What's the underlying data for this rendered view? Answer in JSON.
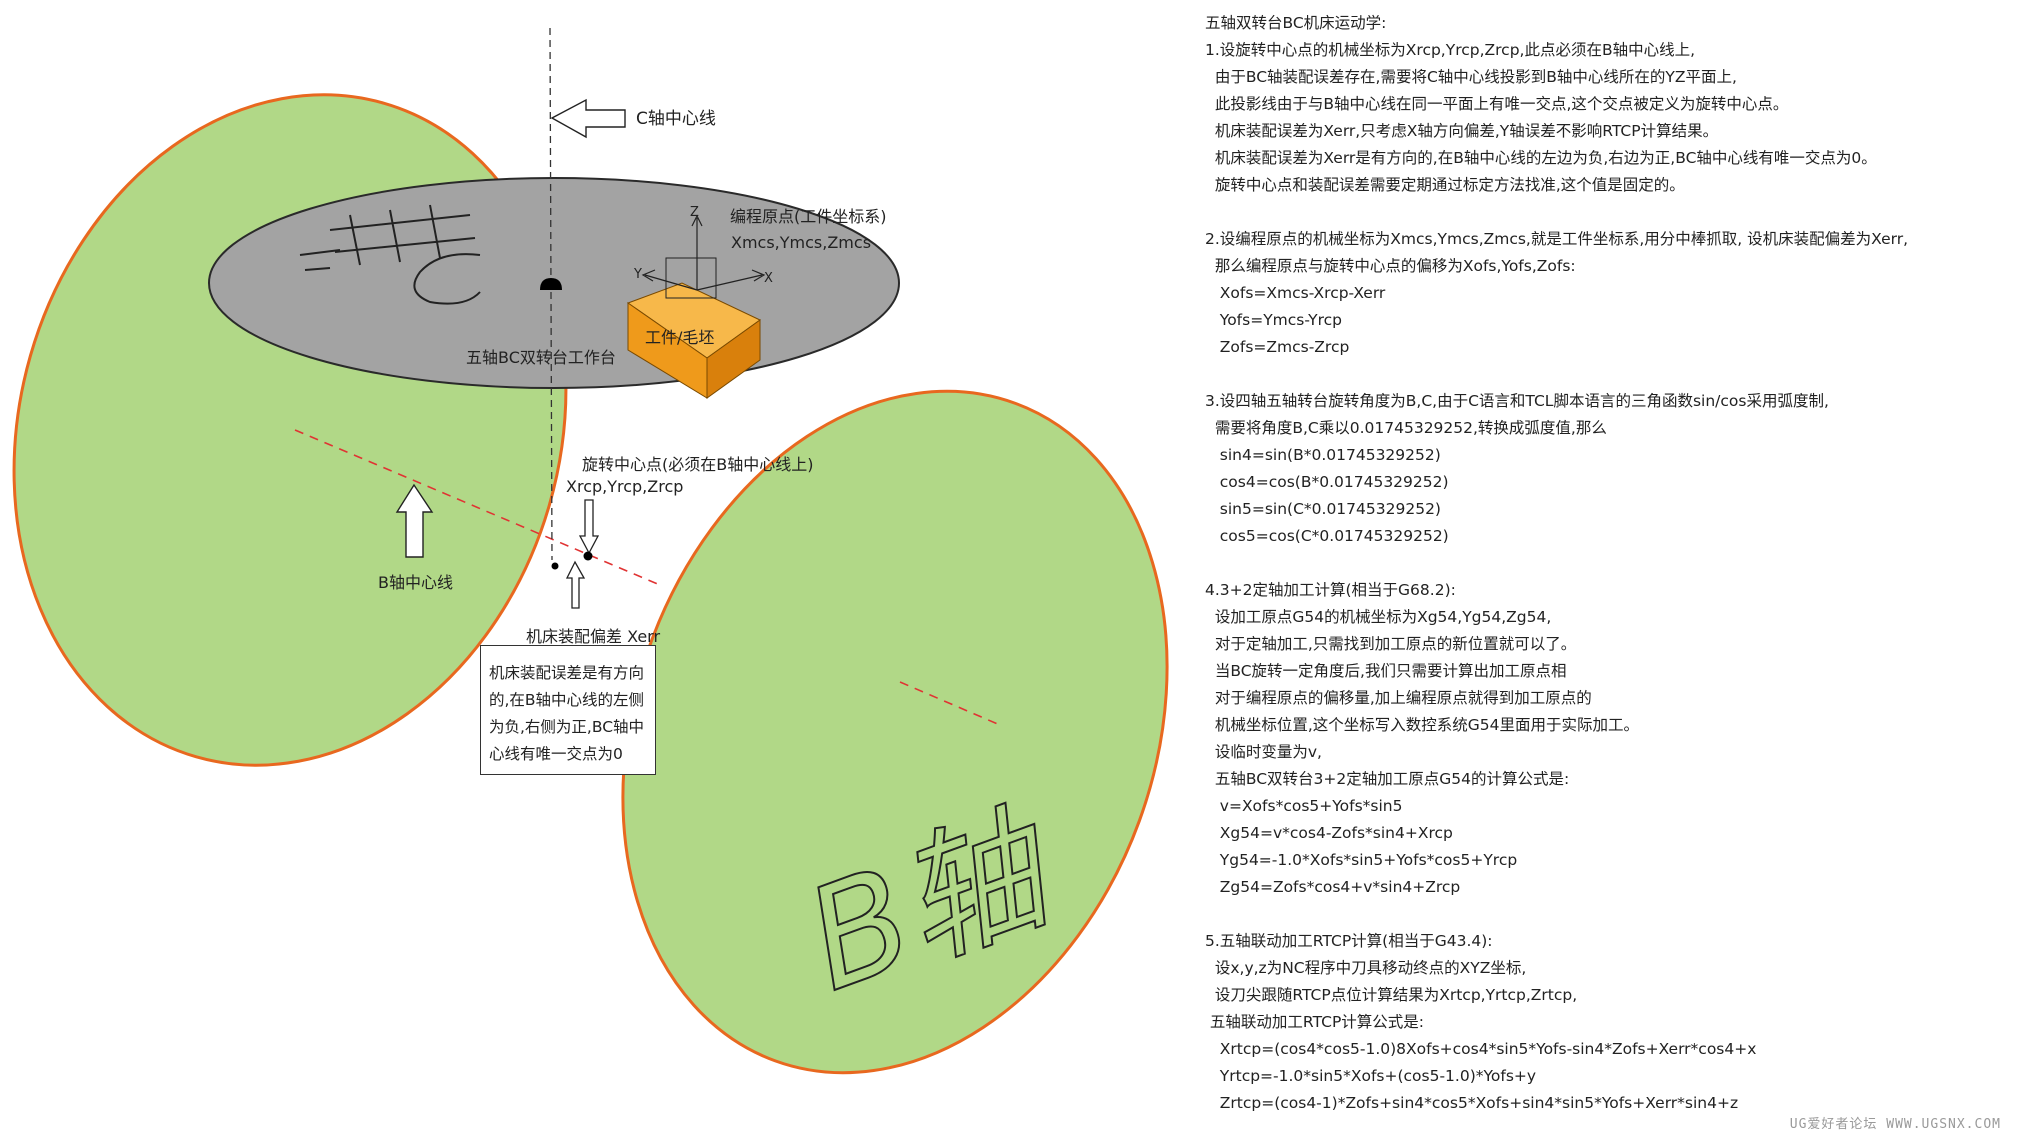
{
  "diagram": {
    "labels": {
      "c_axis": "C轴中心线",
      "origin_title": "编程原点(工件坐标系)",
      "origin_coords": "Xmcs,Ymcs,Zmcs",
      "axis_x": "X",
      "axis_y": "Y",
      "axis_z": "Z",
      "workpiece": "工件/毛坯",
      "table": "五轴BC双转台工作台",
      "rotation_center": "旋转中心点(必须在B轴中心线上)",
      "rotation_coords": "Xrcp,Yrcp,Zrcp",
      "b_axis_line": "B轴中心线",
      "assembly_error": "机床装配偏差 Xerr",
      "b_axis_big": "B轴"
    },
    "note_box": [
      "机床装配误差是有方向",
      "的,在B轴中心线的左侧",
      "为负,右侧为正,BC轴中",
      "心线有唯一交点为0"
    ]
  },
  "text_panel": [
    "五轴双转台BC机床运动学:",
    "1.设旋转中心点的机械坐标为Xrcp,Yrcp,Zrcp,此点必须在B轴中心线上,",
    "  由于BC轴装配误差存在,需要将C轴中心线投影到B轴中心线所在的YZ平面上,",
    "  此投影线由于与B轴中心线在同一平面上有唯一交点,这个交点被定义为旋转中心点。",
    "  机床装配误差为Xerr,只考虑X轴方向偏差,Y轴误差不影响RTCP计算结果。",
    "  机床装配误差为Xerr是有方向的,在B轴中心线的左边为负,右边为正,BC轴中心线有唯一交点为0。",
    "  旋转中心点和装配误差需要定期通过标定方法找准,这个值是固定的。",
    "",
    "2.设编程原点的机械坐标为Xmcs,Ymcs,Zmcs,就是工件坐标系,用分中棒抓取, 设机床装配偏差为Xerr,",
    "  那么编程原点与旋转中心点的偏移为Xofs,Yofs,Zofs:",
    "   Xofs=Xmcs-Xrcp-Xerr",
    "   Yofs=Ymcs-Yrcp",
    "   Zofs=Zmcs-Zrcp",
    "",
    "3.设四轴五轴转台旋转角度为B,C,由于C语言和TCL脚本语言的三角函数sin/cos采用弧度制,",
    "  需要将角度B,C乘以0.01745329252,转换成弧度值,那么",
    "   sin4=sin(B*0.01745329252)",
    "   cos4=cos(B*0.01745329252)",
    "   sin5=sin(C*0.01745329252)",
    "   cos5=cos(C*0.01745329252)",
    "",
    "4.3+2定轴加工计算(相当于G68.2):",
    "  设加工原点G54的机械坐标为Xg54,Yg54,Zg54,",
    "  对于定轴加工,只需找到加工原点的新位置就可以了。",
    "  当BC旋转一定角度后,我们只需要计算出加工原点相",
    "  对于编程原点的偏移量,加上编程原点就得到加工原点的",
    "  机械坐标位置,这个坐标写入数控系统G54里面用于实际加工。",
    "  设临时变量为v,",
    "  五轴BC双转台3+2定轴加工原点G54的计算公式是:",
    "   v=Xofs*cos5+Yofs*sin5",
    "   Xg54=v*cos4-Zofs*sin4+Xrcp",
    "   Yg54=-1.0*Xofs*sin5+Yofs*cos5+Yrcp",
    "   Zg54=Zofs*cos4+v*sin4+Zrcp",
    "",
    "5.五轴联动加工RTCP计算(相当于G43.4):",
    "  设x,y,z为NC程序中刀具移动终点的XYZ坐标,",
    "  设刀尖跟随RTCP点位计算结果为Xrtcp,Yrtcp,Zrtcp,",
    " 五轴联动加工RTCP计算公式是:",
    "   Xrtcp=(cos4*cos5-1.0)8Xofs+cos4*sin5*Yofs-sin4*Zofs+Xerr*cos4+x",
    "   Yrtcp=-1.0*sin5*Xofs+(cos5-1.0)*Yofs+y",
    "   Zrtcp=(cos4-1)*Zofs+sin4*cos5*Xofs+sin4*sin5*Yofs+Xerr*sin4+z"
  ],
  "watermark": "UG爱好者论坛 WWW.UGSNX.COM",
  "colors": {
    "disc_fill": "#b1d887",
    "disc_edge": "#e8681f",
    "table_fill": "#a3a3a3",
    "workpiece_front": "#ef9a1b",
    "workpiece_top": "#f7b84a",
    "workpiece_side": "#d9800c",
    "axis_dash_red": "#e03333"
  }
}
